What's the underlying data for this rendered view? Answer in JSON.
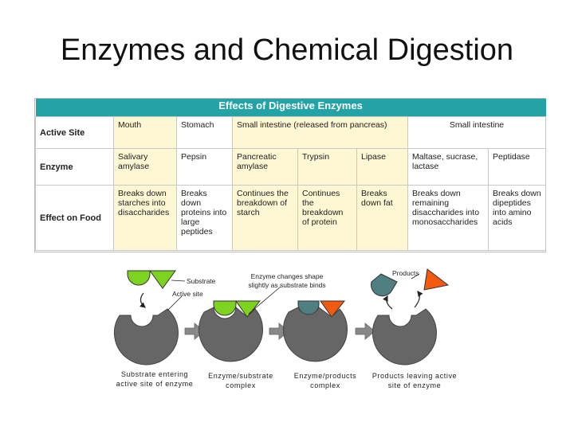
{
  "title": "Enzymes and Chemical Digestion",
  "table": {
    "banner": "Effects of Digestive Enzymes",
    "row_labels": [
      "Active Site",
      "Enzyme",
      "Effect on Food"
    ],
    "sites": [
      "Mouth",
      "Stomach",
      "Small intestine (released from pancreas)",
      "Small intestine"
    ],
    "enzymes": [
      "Salivary amylase",
      "Pepsin",
      "Pancreatic amylase",
      "Trypsin",
      "Lipase",
      "Maltase, sucrase, lactase",
      "Peptidase"
    ],
    "effects": [
      "Breaks down starches into disaccharides",
      "Breaks down proteins into large peptides",
      "Continues the breakdown of starch",
      "Continues the breakdown of protein",
      "Breaks down fat",
      "Breaks down remaining disaccharides into monosaccharides",
      "Breaks down dipeptides into amino acids"
    ]
  },
  "diagram": {
    "label_substrate": "Substrate",
    "label_active_site": "Active site",
    "label_shape_change": "Enzyme changes shape slightly as substrate binds",
    "label_products": "Products",
    "captions": [
      "Substrate entering active site of enzyme",
      "Enzyme/substrate complex",
      "Enzyme/products complex",
      "Products leaving active site of enzyme"
    ],
    "colors": {
      "substrate": "#7ed321",
      "product_a": "#4f7f80",
      "product_b": "#f25a0f",
      "enzyme": "#666666",
      "arrow": "#888888"
    }
  }
}
